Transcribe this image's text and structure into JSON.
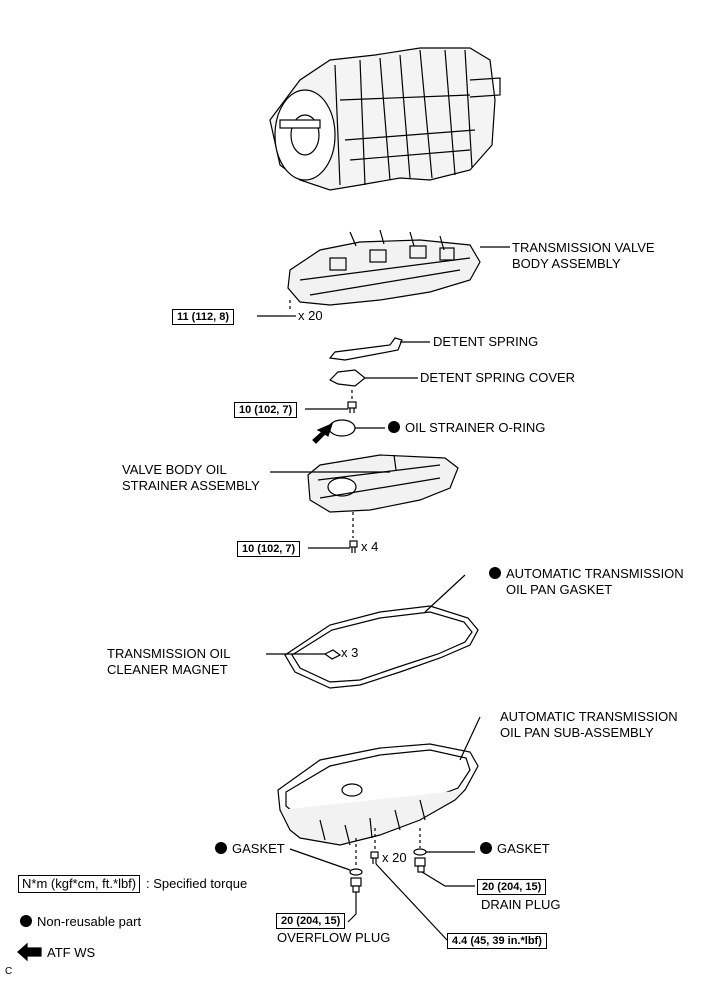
{
  "parts": {
    "valve_body": "TRANSMISSION VALVE\nBODY ASSEMBLY",
    "detent_spring": "DETENT SPRING",
    "detent_spring_cover": "DETENT SPRING COVER",
    "oil_strainer_oring": "OIL STRAINER O-RING",
    "strainer": "VALVE BODY OIL\nSTRAINER ASSEMBLY",
    "pan_gasket": "AUTOMATIC TRANSMISSION\nOIL PAN GASKET",
    "magnet": "TRANSMISSION OIL\nCLEANER MAGNET",
    "pan": "AUTOMATIC TRANSMISSION\nOIL PAN SUB-ASSEMBLY",
    "gasket_left": "GASKET",
    "gasket_right": "GASKET",
    "overflow_plug": "OVERFLOW PLUG",
    "drain_plug": "DRAIN PLUG"
  },
  "torques": {
    "valve_body_bolts": "11 (112, 8)",
    "cover_bolt": "10 (102, 7)",
    "strainer_bolts": "10 (102, 7)",
    "overflow": "20 (204, 15)",
    "drain": "20 (204, 15)",
    "pan_bolts": "4.4 (45, 39 in.*lbf)"
  },
  "quantities": {
    "valve_body_bolts": "x 20",
    "strainer_bolts": "x 4",
    "magnets": "x 3",
    "pan_bolts": "x 20"
  },
  "legend": {
    "torque_unit": "N*m (kgf*cm, ft.*lbf)",
    "torque_text": ": Specified torque",
    "non_reusable": "Non-reusable part",
    "atf": "ATF WS"
  },
  "corner_code": "C",
  "colors": {
    "ink": "#000000",
    "shade": "#d9d9d9",
    "background": "#ffffff"
  }
}
